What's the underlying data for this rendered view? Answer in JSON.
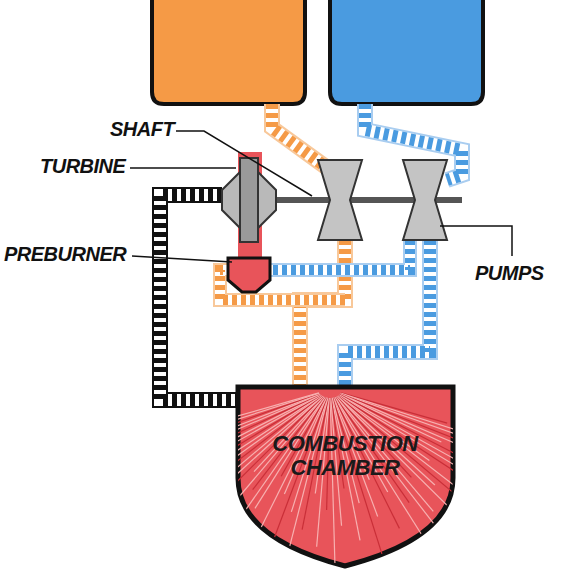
{
  "diagram": {
    "nodes": [
      {
        "text": [
          "COMBUSTION CHAMBER"
        ]
      }
    ],
    "labels": [
      "SHAFT",
      "TURBINE",
      "PREBURNER",
      "PUMPS"
    ]
  }
}
